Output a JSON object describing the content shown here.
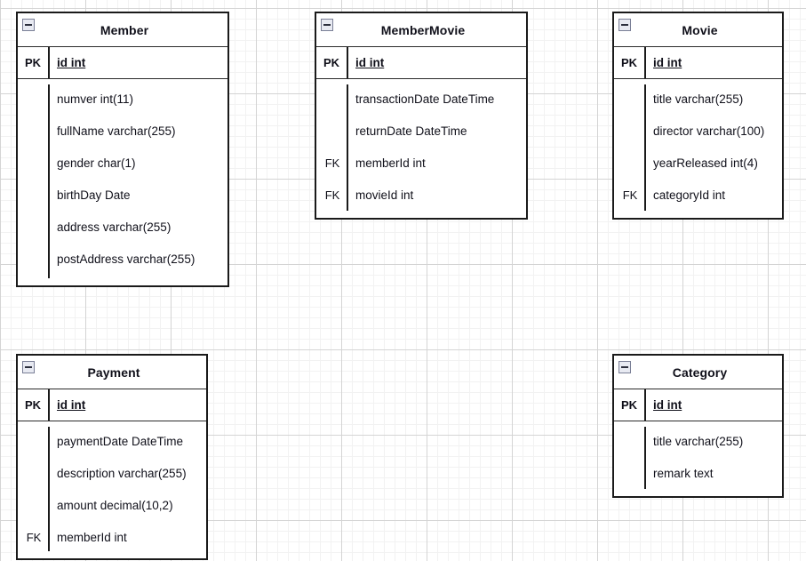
{
  "diagram": {
    "type": "entity-relationship-diagram",
    "canvas": {
      "background": "#ffffff",
      "grid": "on",
      "grid_minor_color": "#f2f2f2",
      "grid_major_color": "#d4d4d4"
    },
    "labels": {
      "pk": "PK",
      "fk": "FK",
      "collapse_icon": "collapse-minus-icon"
    },
    "entities": [
      {
        "id": "member",
        "name": "Member",
        "primary_key": {
          "key": "PK",
          "name": "id int"
        },
        "fields": [
          {
            "key": "",
            "name": "numver int(11)"
          },
          {
            "key": "",
            "name": "fullName varchar(255)"
          },
          {
            "key": "",
            "name": "gender char(1)"
          },
          {
            "key": "",
            "name": "birthDay Date"
          },
          {
            "key": "",
            "name": "address varchar(255)"
          },
          {
            "key": "",
            "name": "postAddress varchar(255)"
          }
        ]
      },
      {
        "id": "membermovie",
        "name": "MemberMovie",
        "primary_key": {
          "key": "PK",
          "name": "id int"
        },
        "fields": [
          {
            "key": "",
            "name": "transactionDate DateTime"
          },
          {
            "key": "",
            "name": "returnDate DateTime"
          },
          {
            "key": "FK",
            "name": "memberId int"
          },
          {
            "key": "FK",
            "name": "movieId int"
          }
        ]
      },
      {
        "id": "movie",
        "name": "Movie",
        "primary_key": {
          "key": "PK",
          "name": "id int"
        },
        "fields": [
          {
            "key": "",
            "name": "title varchar(255)"
          },
          {
            "key": "",
            "name": "director varchar(100)"
          },
          {
            "key": "",
            "name": "yearReleased int(4)"
          },
          {
            "key": "FK",
            "name": "categoryId int"
          }
        ]
      },
      {
        "id": "payment",
        "name": "Payment",
        "primary_key": {
          "key": "PK",
          "name": "id int"
        },
        "fields": [
          {
            "key": "",
            "name": "paymentDate DateTime"
          },
          {
            "key": "",
            "name": "description varchar(255)"
          },
          {
            "key": "",
            "name": "amount decimal(10,2)"
          },
          {
            "key": "FK",
            "name": "memberId int"
          }
        ]
      },
      {
        "id": "category",
        "name": "Category",
        "primary_key": {
          "key": "PK",
          "name": "id int"
        },
        "fields": [
          {
            "key": "",
            "name": "title varchar(255)"
          },
          {
            "key": "",
            "name": "remark text"
          }
        ]
      }
    ]
  }
}
